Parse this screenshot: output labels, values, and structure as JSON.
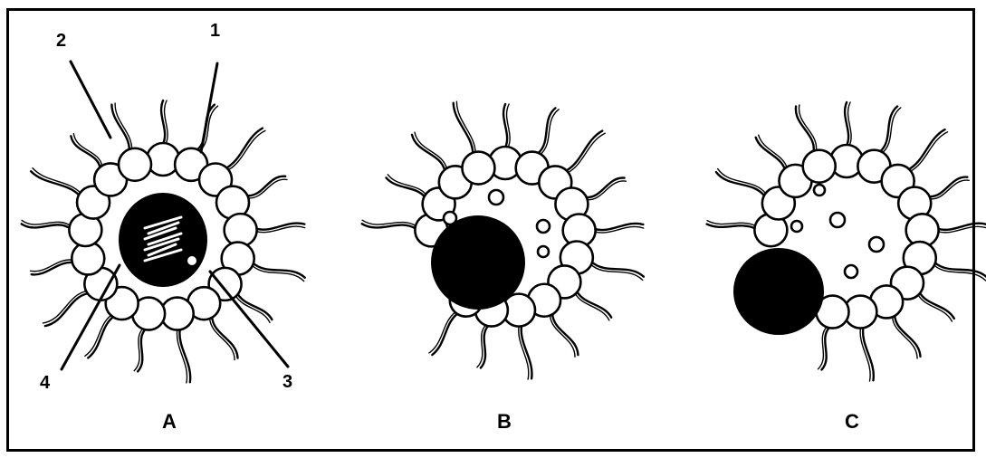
{
  "colors": {
    "ink": "#000000",
    "paper": "#ffffff"
  },
  "callouts": [
    {
      "id": "1",
      "text": "1"
    },
    {
      "id": "2",
      "text": "2"
    },
    {
      "id": "3",
      "text": "3"
    },
    {
      "id": "4",
      "text": "4"
    }
  ],
  "panels": [
    {
      "id": "A",
      "label": "A"
    },
    {
      "id": "B",
      "label": "B"
    },
    {
      "id": "C",
      "label": "C"
    }
  ]
}
